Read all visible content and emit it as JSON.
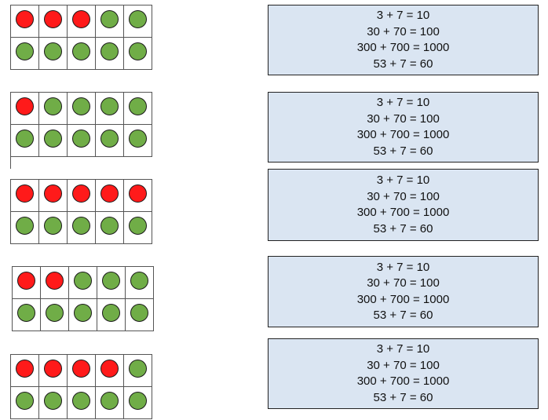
{
  "colors": {
    "red": "#ff1a1a",
    "green": "#70ad47",
    "box_fill": "#dae5f2"
  },
  "ten_frames": [
    {
      "red_count": 3,
      "green_count": 7
    },
    {
      "red_count": 1,
      "green_count": 9
    },
    {
      "red_count": 5,
      "green_count": 5
    },
    {
      "red_count": 2,
      "green_count": 8
    },
    {
      "red_count": 4,
      "green_count": 6
    }
  ],
  "equation_boxes": [
    {
      "lines": [
        "3 + 7 = 10",
        "30 + 70 = 100",
        "300 + 700 = 1000",
        "53 + 7 = 60"
      ]
    },
    {
      "lines": [
        "3 + 7 = 10",
        "30 + 70 = 100",
        "300 + 700 = 1000",
        "53 + 7 = 60"
      ]
    },
    {
      "lines": [
        "3 + 7 = 10",
        "30 + 70 = 100",
        "300 + 700 = 1000",
        "53 + 7 = 60"
      ]
    },
    {
      "lines": [
        "3 + 7 = 10",
        "30 + 70 = 100",
        "300 + 700 = 1000",
        "53 + 7 = 60"
      ]
    },
    {
      "lines": [
        "3 + 7 = 10",
        "30 + 70 = 100",
        "300 + 700 = 1000",
        "53 + 7 = 60"
      ]
    }
  ]
}
